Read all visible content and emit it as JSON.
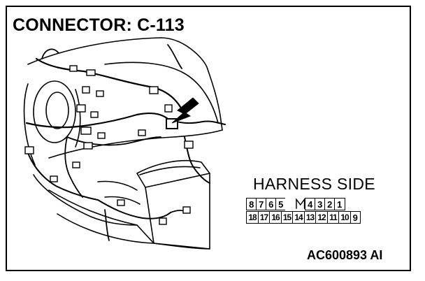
{
  "title": "CONNECTOR: C-113",
  "harness_label": "HARNESS SIDE",
  "connector": {
    "top_row": [
      "8",
      "7",
      "6",
      "5",
      "",
      "",
      "4",
      "3",
      "2",
      "1"
    ],
    "bottom_row": [
      "18",
      "17",
      "16",
      "15",
      "14",
      "13",
      "12",
      "11",
      "10",
      "9"
    ]
  },
  "figure_code": "AC600893 AI"
}
